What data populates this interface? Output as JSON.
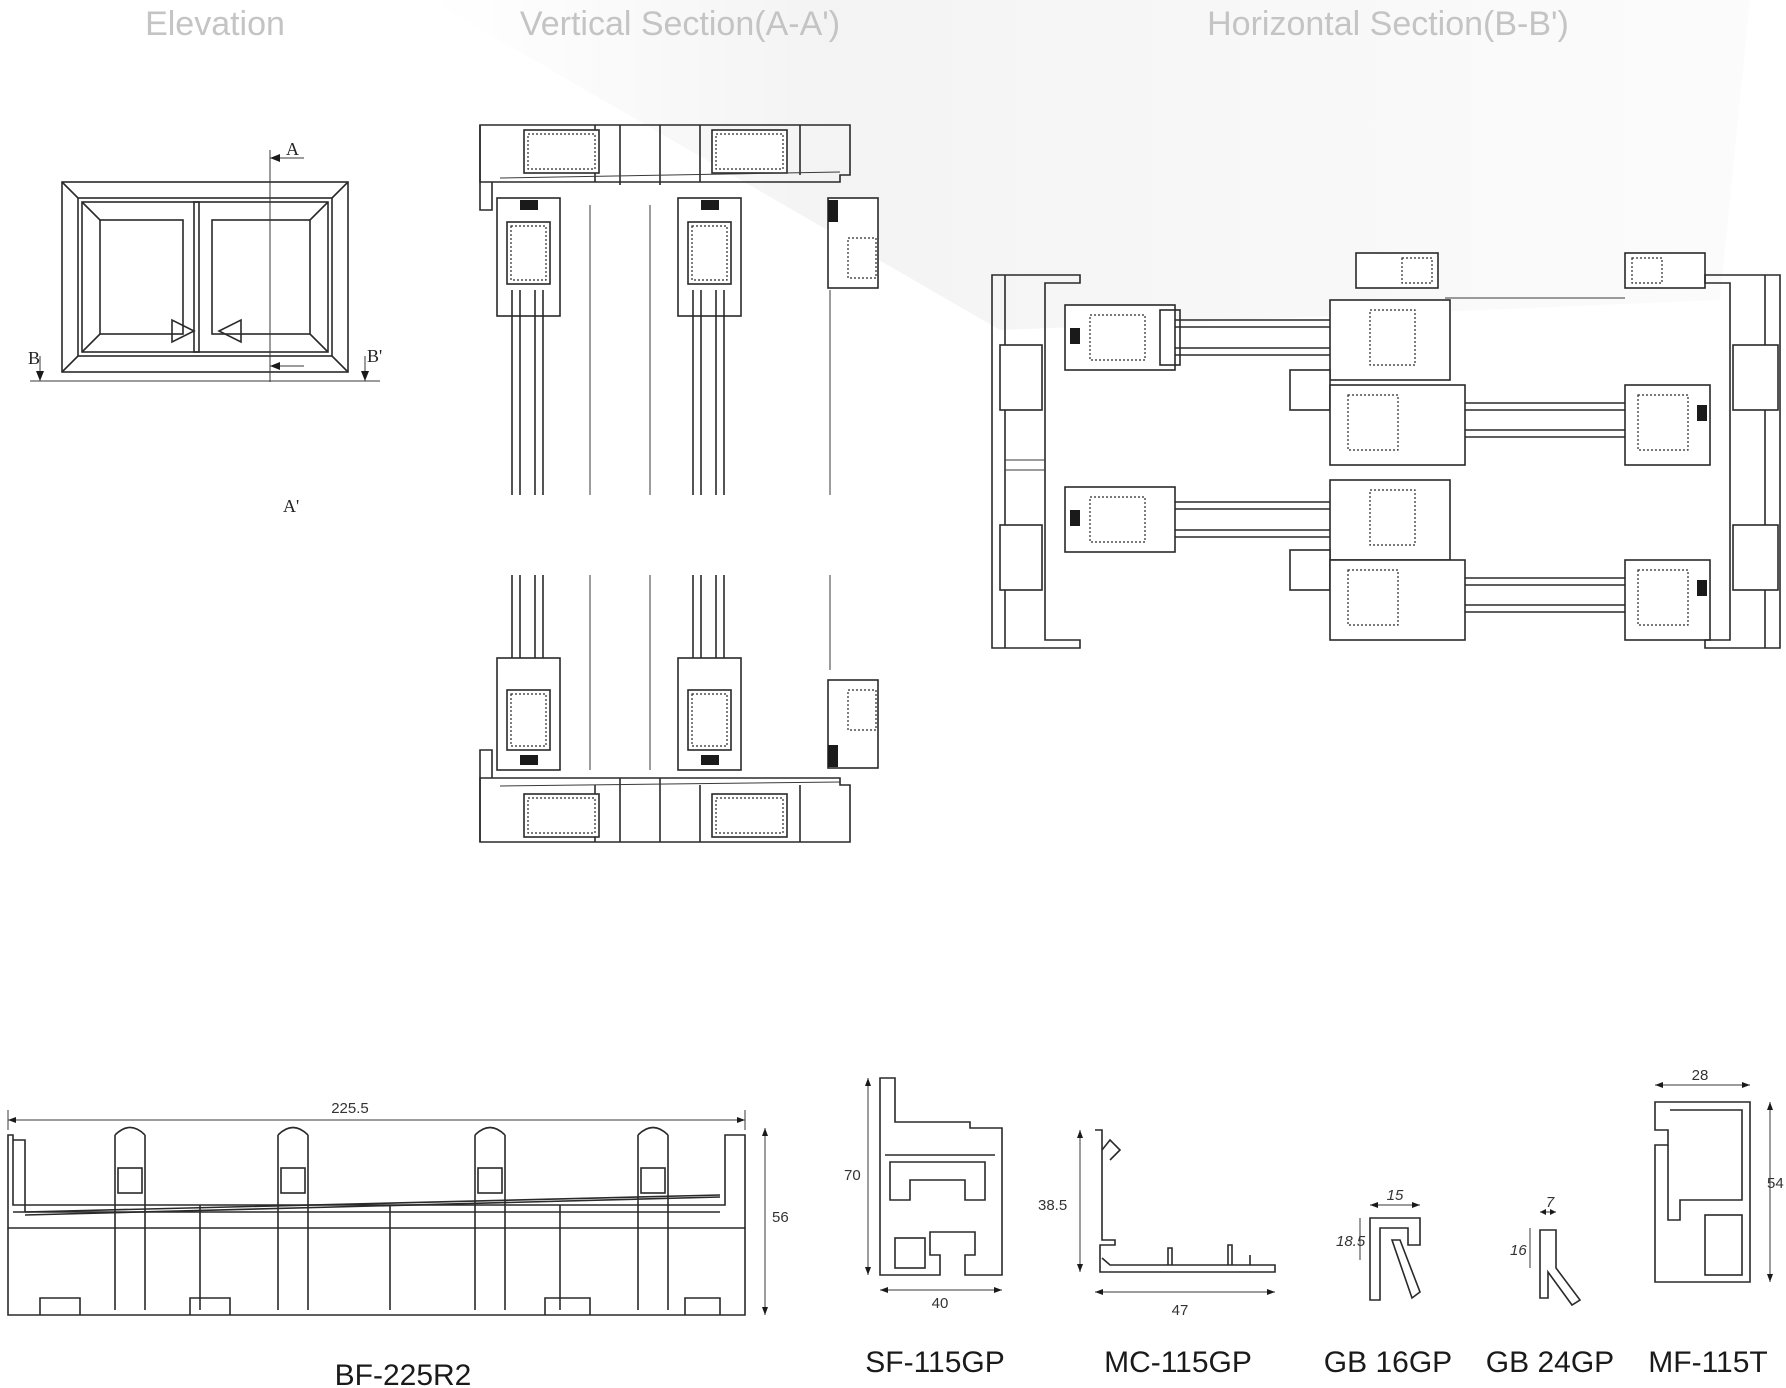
{
  "titles": {
    "elevation": "Elevation",
    "vertical_section": "Vertical Section(A-A')",
    "horizontal_section": "Horizontal Section(B-B')"
  },
  "section_markers": {
    "a": "A",
    "a_prime": "A'",
    "b": "B",
    "b_prime": "B'"
  },
  "profiles": [
    {
      "code": "BF-225R2",
      "width": "225.5",
      "height": "56"
    },
    {
      "code": "SF-115GP",
      "width": "40",
      "height": "70"
    },
    {
      "code": "MC-115GP",
      "width": "47",
      "height": "38.5"
    },
    {
      "code": "GB 16GP",
      "width": "15",
      "height": "18.5"
    },
    {
      "code": "GB 24GP",
      "width": "7",
      "height": "16"
    },
    {
      "code": "MF-115T",
      "width": "28",
      "height": "54"
    }
  ],
  "colors": {
    "line": "#2a2a2a",
    "title": "#c4c4c4",
    "label": "#1a1a1a"
  }
}
